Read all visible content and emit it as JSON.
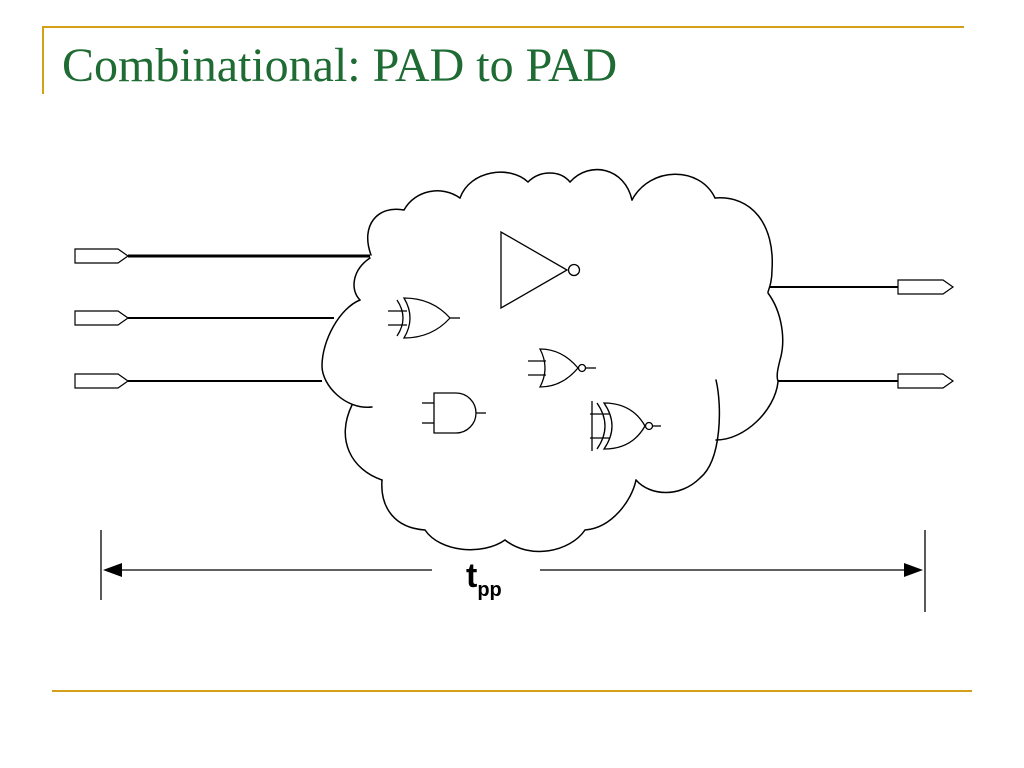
{
  "slide": {
    "title": "Combinational: PAD to PAD",
    "accent_color": "#D4A017",
    "title_color": "#1E6B33"
  },
  "diagram": {
    "timing_symbol": "t",
    "timing_subscript": "pp",
    "input_pad_count": 3,
    "output_pad_count": 2,
    "gates": [
      "inverter",
      "xor-gate",
      "nor-gate",
      "and-gate",
      "xnor-gate"
    ]
  }
}
